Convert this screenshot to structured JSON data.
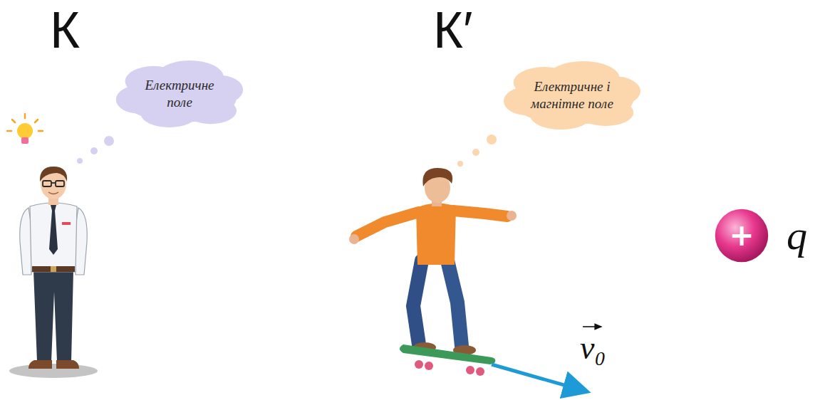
{
  "diagram": {
    "nodes": [
      {
        "text": [
          "Електричне поле"
        ]
      },
      {
        "text": [
          "Електричне і магнітне поле"
        ]
      },
      {
        "text": [
          "+"
        ]
      }
    ],
    "labels": [
      "К",
      "К′",
      "q",
      "v₀"
    ]
  }
}
